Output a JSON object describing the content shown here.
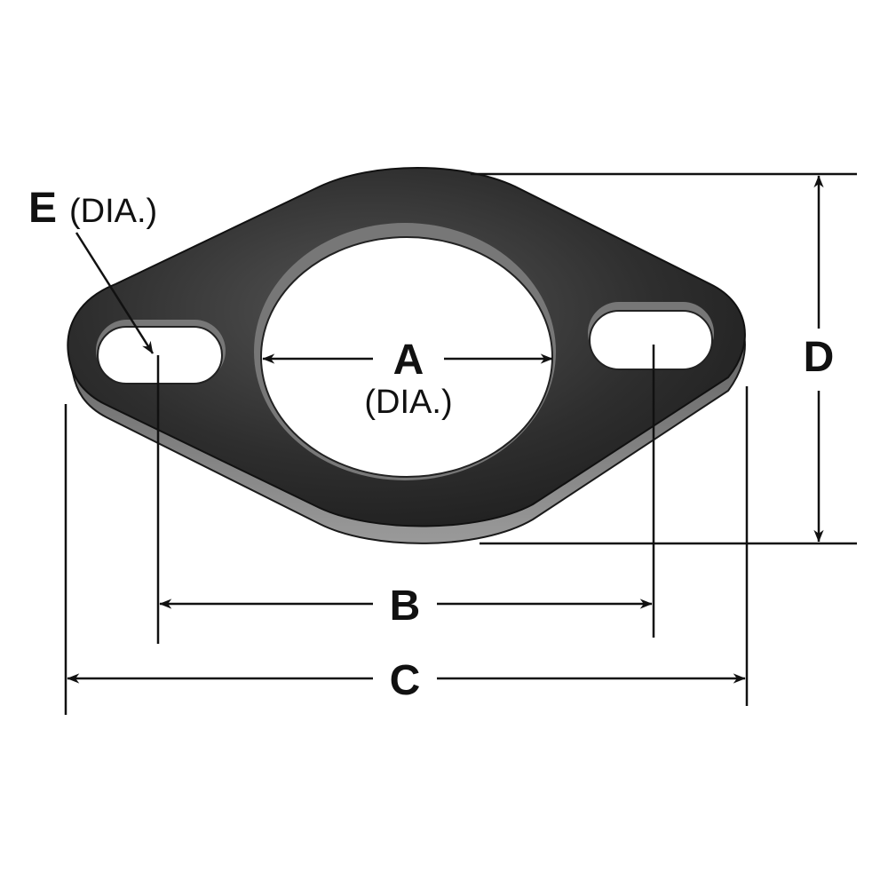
{
  "labels": {
    "a": "A",
    "a_note": "(DIA.)",
    "b": "B",
    "c": "C",
    "d": "D",
    "e": "E",
    "e_note": "(DIA.)"
  },
  "colors": {
    "ink": "#111111",
    "metal_dark": "#262626",
    "metal_mid": "#4a4a4a",
    "metal_edge": "#8a8a8a",
    "background": "#ffffff"
  }
}
